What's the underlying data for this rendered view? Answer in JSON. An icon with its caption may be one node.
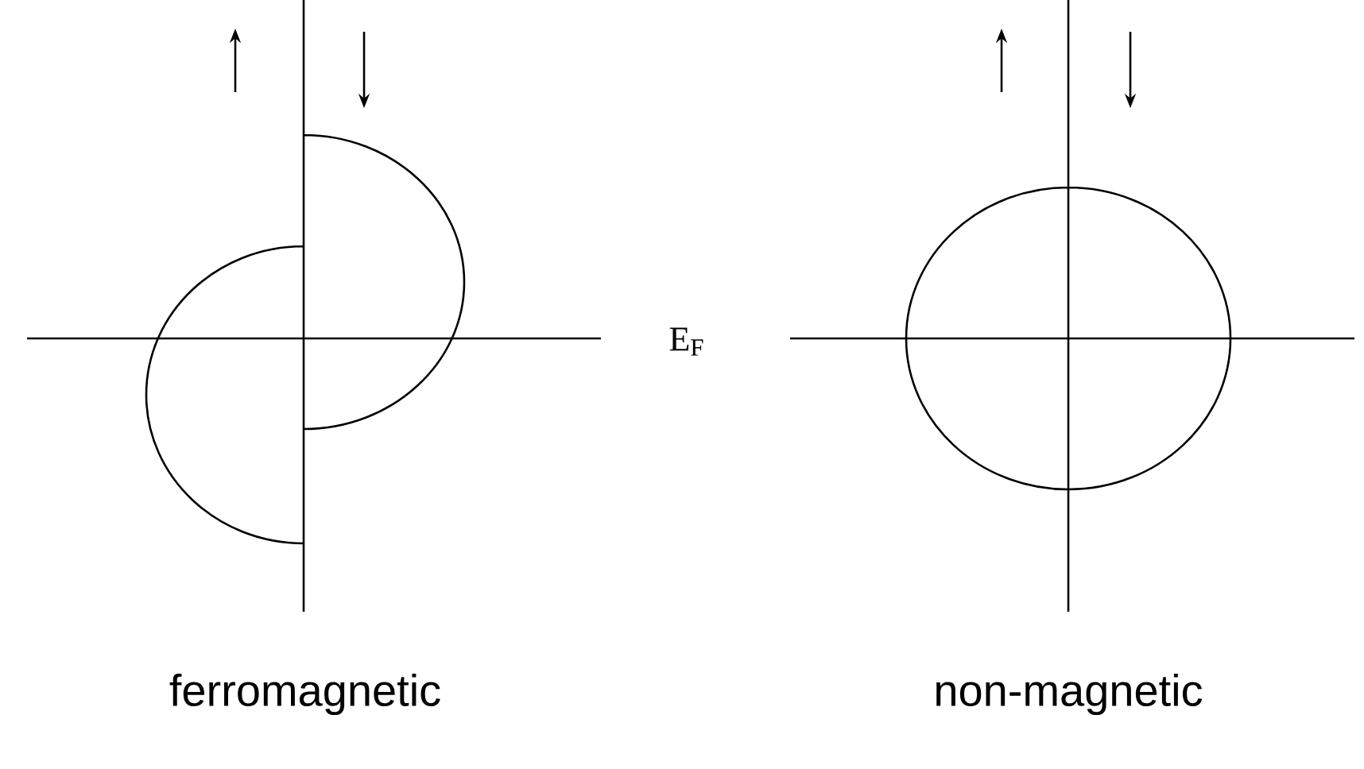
{
  "diagram": {
    "labels": [
      "E$_{F}$",
      "ferromagnetic",
      "non-magnetic"
    ]
  }
}
